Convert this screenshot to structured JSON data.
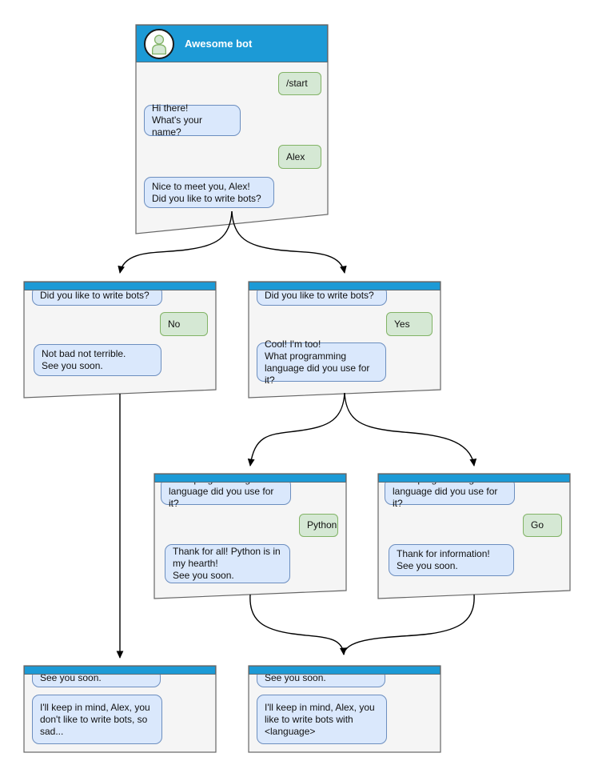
{
  "colors": {
    "header_blue": "#1C9AD6",
    "window_fill": "#F5F5F5",
    "window_border": "#666666",
    "bot_bubble_fill": "#DAE8FC",
    "bot_bubble_border": "#6C8EBF",
    "user_bubble_fill": "#D5E8D4",
    "user_bubble_border": "#82B366",
    "arrow_color": "#000000",
    "title_text": "#FFFFFF"
  },
  "windows": [
    {
      "id": "root",
      "title": "Awesome bot",
      "messages": [
        {
          "from": "user",
          "text": "/start"
        },
        {
          "from": "bot",
          "text": "Hi there!\nWhat's your name?"
        },
        {
          "from": "user",
          "text": "Alex"
        },
        {
          "from": "bot",
          "text": "Nice to meet you, Alex!\nDid you like to write bots?"
        }
      ]
    },
    {
      "id": "branch-no",
      "messages": [
        {
          "from": "bot",
          "text": "Did you like to write bots?"
        },
        {
          "from": "user",
          "text": "No"
        },
        {
          "from": "bot",
          "text": "Not bad not terrible.\nSee you soon."
        }
      ]
    },
    {
      "id": "branch-yes",
      "messages": [
        {
          "from": "bot",
          "text": "Did you like to write bots?"
        },
        {
          "from": "user",
          "text": "Yes"
        },
        {
          "from": "bot",
          "text": "Cool! I'm too!\nWhat programming\nlanguage did you use for it?"
        }
      ]
    },
    {
      "id": "branch-python",
      "messages": [
        {
          "from": "bot",
          "text": "What programming\nlanguage did you use for it?"
        },
        {
          "from": "user",
          "text": "Python"
        },
        {
          "from": "bot",
          "text": "Thank for all! Python is in\nmy hearth!\nSee you soon."
        }
      ]
    },
    {
      "id": "branch-go",
      "messages": [
        {
          "from": "bot",
          "text": "What programming\nlanguage did you use for it?"
        },
        {
          "from": "user",
          "text": "Go"
        },
        {
          "from": "bot",
          "text": "Thank for information!\nSee you soon."
        }
      ]
    },
    {
      "id": "end-no",
      "messages": [
        {
          "from": "bot",
          "text": "See you soon."
        },
        {
          "from": "bot",
          "text": "I'll keep in mind, Alex, you\ndon't like to write bots, so\nsad..."
        }
      ]
    },
    {
      "id": "end-yes",
      "messages": [
        {
          "from": "bot",
          "text": "See you soon."
        },
        {
          "from": "bot",
          "text": "I'll keep in mind, Alex, you\nlike to write bots with\n<language>"
        }
      ]
    }
  ]
}
